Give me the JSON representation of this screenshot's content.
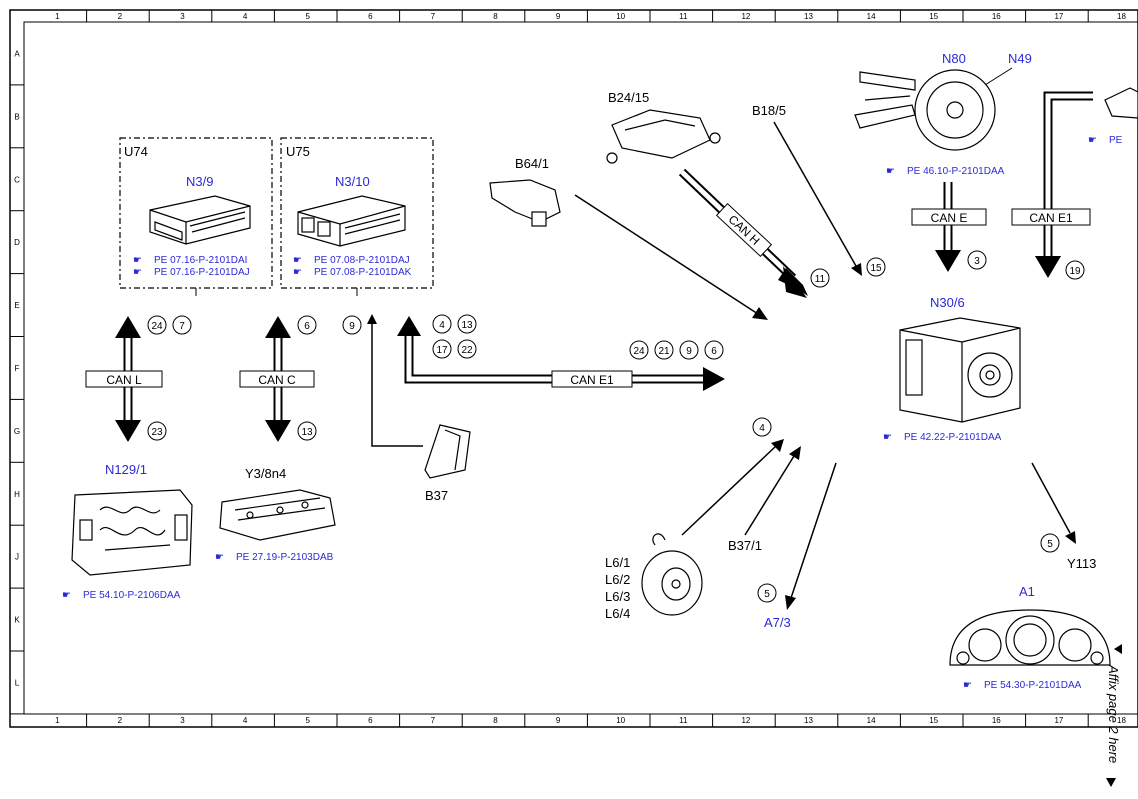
{
  "grid": {
    "columns": [
      "1",
      "2",
      "3",
      "4",
      "5",
      "6",
      "7",
      "8",
      "9",
      "10",
      "11",
      "12",
      "13",
      "14",
      "15",
      "16",
      "17",
      "18"
    ],
    "rows": [
      "A",
      "B",
      "C",
      "D",
      "E",
      "F",
      "G",
      "H",
      "J",
      "K",
      "L"
    ]
  },
  "groups": {
    "u74": "U74",
    "u75": "U75"
  },
  "components": {
    "n3_9": "N3/9",
    "n3_10": "N3/10",
    "n129_1": "N129/1",
    "y3_8n4": "Y3/8n4",
    "b37": "B37",
    "b64_1": "B64/1",
    "b24_15": "B24/15",
    "b18_5": "B18/5",
    "n80": "N80",
    "n49": "N49",
    "n30_6": "N30/6",
    "b37_1": "B37/1",
    "l6_1": "L6/1",
    "l6_2": "L6/2",
    "l6_3": "L6/3",
    "l6_4": "L6/4",
    "a7_3": "A7/3",
    "y113": "Y113",
    "a1": "A1"
  },
  "references": {
    "n3_9_a": "PE 07.16-P-2101DAI",
    "n3_9_b": "PE 07.16-P-2101DAJ",
    "n3_10_a": "PE 07.08-P-2101DAJ",
    "n3_10_b": "PE 07.08-P-2101DAK",
    "n129_1": "PE 54.10-P-2106DAA",
    "y3_8n4": "PE 27.19-P-2103DAB",
    "n80": "PE 46.10-P-2101DAA",
    "n30_6": "PE 42.22-P-2101DAA",
    "a1": "PE 54.30-P-2101DAA",
    "edge": "PE"
  },
  "bus_labels": {
    "can_l": "CAN L",
    "can_c": "CAN C",
    "can_e1_main": "CAN E1",
    "can_h": "CAN H",
    "can_e": "CAN E",
    "can_e1_right": "CAN E1"
  },
  "bubbles": {
    "b24": "24",
    "b7": "7",
    "b23": "23",
    "b6": "6",
    "b13": "13",
    "b9": "9",
    "b4a": "4",
    "b13b": "13",
    "b17": "17",
    "b22": "22",
    "b24b": "24",
    "b21": "21",
    "b9b": "9",
    "b6b": "6",
    "b11": "11",
    "b15": "15",
    "b3": "3",
    "b19": "19",
    "b4": "4",
    "b5a": "5",
    "b5b": "5"
  },
  "margin_note": "Affix page 2 here"
}
